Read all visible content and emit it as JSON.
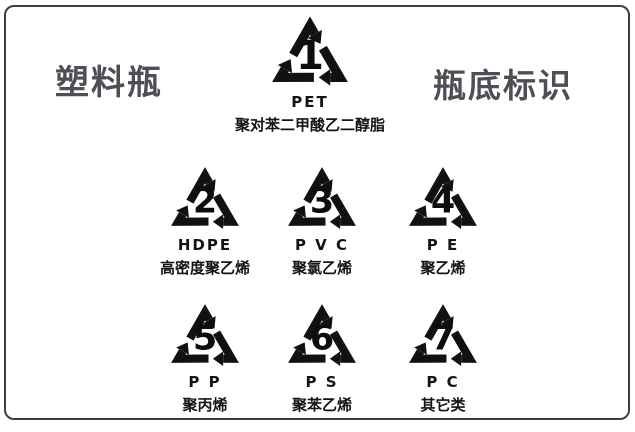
{
  "header": {
    "left_title": "塑料瓶",
    "right_title": "瓶底标识"
  },
  "colors": {
    "symbol_black": "#111111",
    "header_text": "#4e4e55",
    "frame_border": "#3e3e44",
    "background": "#ffffff"
  },
  "icons": {
    "recycling_arrows": "recycling-arrows-icon"
  },
  "symbols": [
    {
      "number": "1",
      "code": "PET",
      "name": "聚对苯二甲酸乙二醇脂"
    },
    {
      "number": "2",
      "code": "HDPE",
      "name": "高密度聚乙烯"
    },
    {
      "number": "3",
      "code": "P V C",
      "name": "聚氯乙烯"
    },
    {
      "number": "4",
      "code": "P E",
      "name": "聚乙烯"
    },
    {
      "number": "5",
      "code": "P P",
      "name": "聚丙烯"
    },
    {
      "number": "6",
      "code": "P S",
      "name": "聚苯乙烯"
    },
    {
      "number": "7",
      "code": "P C",
      "name": "其它类"
    }
  ]
}
